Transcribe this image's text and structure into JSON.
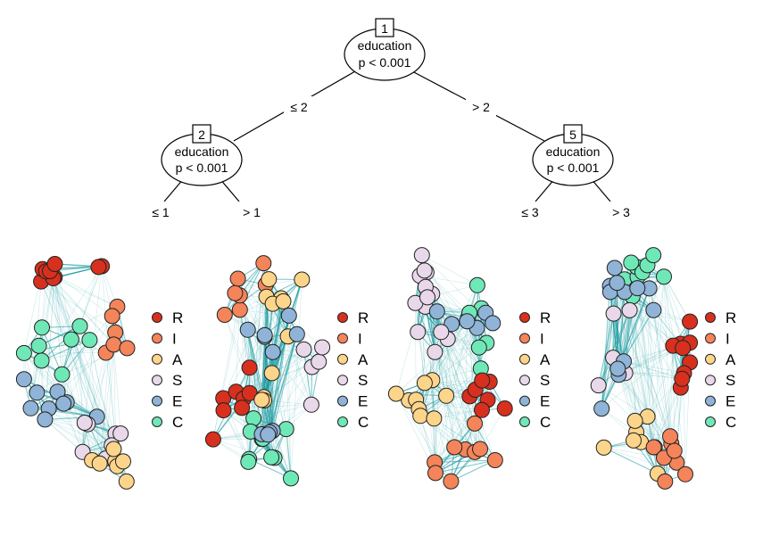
{
  "tree": {
    "nodes": [
      {
        "id": "1",
        "label": "education",
        "pvalue": "p < 0.001"
      },
      {
        "id": "2",
        "label": "education",
        "pvalue": "p < 0.001"
      },
      {
        "id": "5",
        "label": "education",
        "pvalue": "p < 0.001"
      }
    ],
    "edges": [
      {
        "label": "≤ 2"
      },
      {
        "label": "> 2"
      },
      {
        "label": "≤ 1"
      },
      {
        "label": "> 1"
      },
      {
        "label": "≤ 3"
      },
      {
        "label": "> 3"
      }
    ]
  },
  "legend": {
    "items": [
      {
        "label": "R",
        "color": "#d7301f"
      },
      {
        "label": "I",
        "color": "#f4845a"
      },
      {
        "label": "A",
        "color": "#fdd58a"
      },
      {
        "label": "S",
        "color": "#e8d8ea"
      },
      {
        "label": "E",
        "color": "#8fb4d8"
      },
      {
        "label": "C",
        "color": "#6fe8b8"
      }
    ]
  },
  "colors": {
    "edge_network": "#1b9aa0",
    "node_stroke": "#222222"
  }
}
